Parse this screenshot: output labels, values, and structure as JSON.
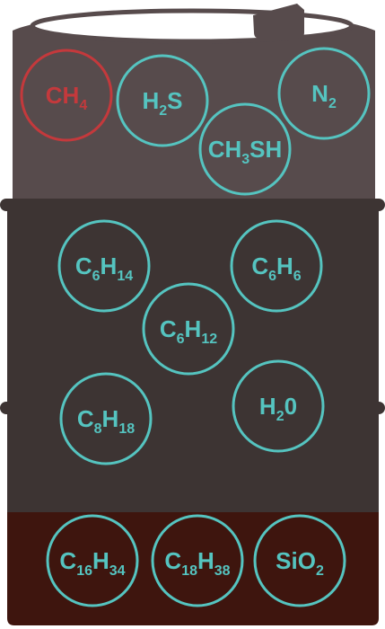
{
  "colors": {
    "top_zone": "#574b4c",
    "middle_zone": "#3d3433",
    "bottom_zone": "#3e150e",
    "lid_fill": "#ffffff",
    "rim": "#574b4c",
    "gas_highlight": "#c4393c",
    "molecule_outline": "#55c4c0"
  },
  "zones": [
    {
      "name": "top",
      "molecules": [
        {
          "id": "ch4",
          "label": "CH4",
          "highlight": true,
          "parts": [
            {
              "t": "CH"
            },
            {
              "t": "4",
              "sub": true
            }
          ]
        },
        {
          "id": "h2s",
          "label": "H2S",
          "parts": [
            {
              "t": "H"
            },
            {
              "t": "2",
              "sub": true
            },
            {
              "t": "S"
            }
          ]
        },
        {
          "id": "n2",
          "label": "N2",
          "parts": [
            {
              "t": "N"
            },
            {
              "t": "2",
              "sub": true
            }
          ]
        },
        {
          "id": "ch3sh",
          "label": "CH3SH",
          "parts": [
            {
              "t": "CH"
            },
            {
              "t": "3",
              "sub": true
            },
            {
              "t": "SH"
            }
          ]
        }
      ]
    },
    {
      "name": "middle",
      "molecules": [
        {
          "id": "c6h14",
          "label": "C6H14",
          "parts": [
            {
              "t": "C"
            },
            {
              "t": "6",
              "sub": true
            },
            {
              "t": "H"
            },
            {
              "t": "14",
              "sub": true
            }
          ]
        },
        {
          "id": "c6h6",
          "label": "C6H6",
          "parts": [
            {
              "t": "C"
            },
            {
              "t": "6",
              "sub": true
            },
            {
              "t": "H"
            },
            {
              "t": "6",
              "sub": true
            }
          ]
        },
        {
          "id": "c6h12",
          "label": "C6H12",
          "parts": [
            {
              "t": "C"
            },
            {
              "t": "6",
              "sub": true
            },
            {
              "t": "H"
            },
            {
              "t": "12",
              "sub": true
            }
          ]
        },
        {
          "id": "c8h18",
          "label": "C8H18",
          "parts": [
            {
              "t": "C"
            },
            {
              "t": "8",
              "sub": true
            },
            {
              "t": "H"
            },
            {
              "t": "18",
              "sub": true
            }
          ]
        },
        {
          "id": "h2o",
          "label": "H20",
          "parts": [
            {
              "t": "H"
            },
            {
              "t": "2",
              "sub": true
            },
            {
              "t": "0"
            }
          ]
        }
      ]
    },
    {
      "name": "bottom",
      "molecules": [
        {
          "id": "c16h34",
          "label": "C16H34",
          "parts": [
            {
              "t": "C"
            },
            {
              "t": "16",
              "sub": true
            },
            {
              "t": "H"
            },
            {
              "t": "34",
              "sub": true
            }
          ]
        },
        {
          "id": "c18h38",
          "label": "C18H38",
          "parts": [
            {
              "t": "C"
            },
            {
              "t": "18",
              "sub": true
            },
            {
              "t": "H"
            },
            {
              "t": "38",
              "sub": true
            }
          ]
        },
        {
          "id": "sio2",
          "label": "SiO2",
          "parts": [
            {
              "t": "SiO"
            },
            {
              "t": "2",
              "sub": true
            }
          ]
        }
      ]
    }
  ]
}
